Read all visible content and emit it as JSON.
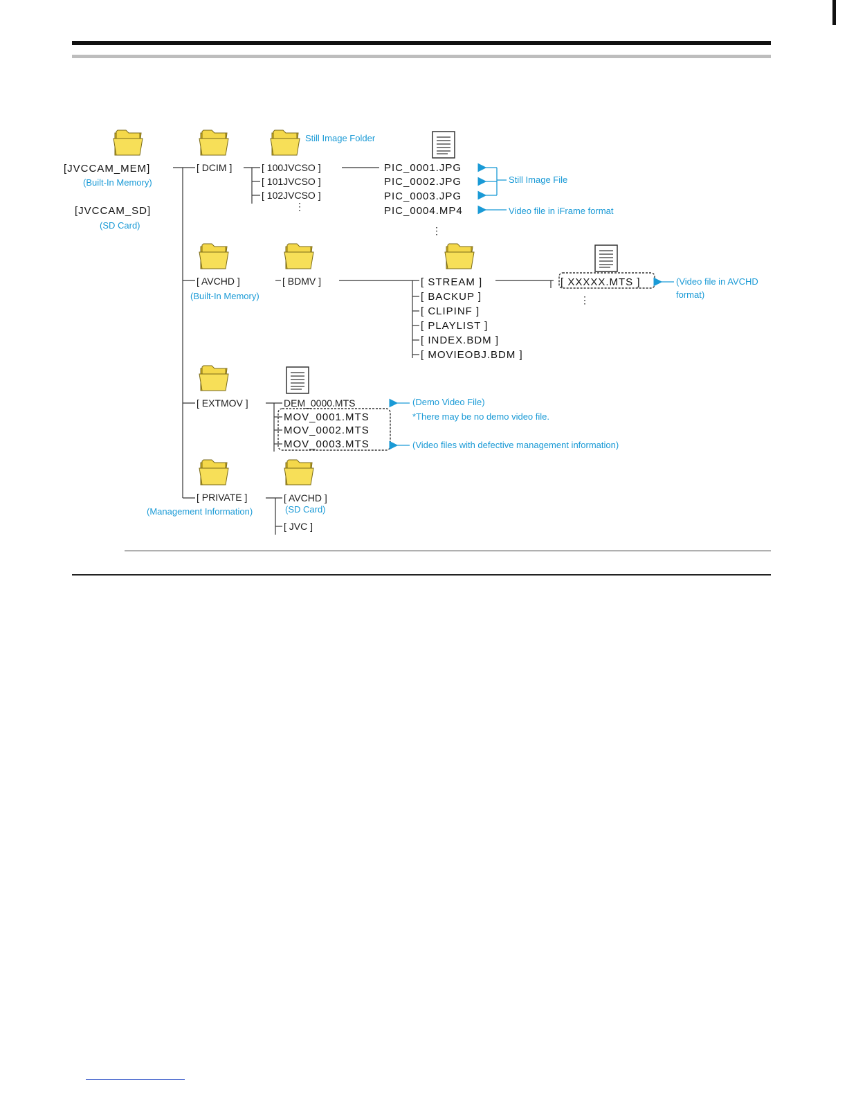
{
  "colors": {
    "annotation": "#1a9ad6",
    "folder": "#f2d22e",
    "folder_stroke": "#8a7a20"
  },
  "icons": {
    "folder": "folder-icon",
    "file": "file-icon"
  },
  "root": {
    "mem": "[JVCCAM_MEM]",
    "mem_note": "(Built-In Memory)",
    "sd": "[JVCCAM_SD]",
    "sd_note": "(SD Card)"
  },
  "dcim": {
    "label": "[ DCIM ]",
    "folder_note": "Still Image Folder",
    "subfolders": [
      "[ 100JVCSO ]",
      "[ 101JVCSO ]",
      "[ 102JVCSO ]"
    ],
    "files": [
      "PIC_0001.JPG",
      "PIC_0002.JPG",
      "PIC_0003.JPG",
      "PIC_0004.MP4"
    ],
    "still_file_note": "Still Image File",
    "iframe_note": "Video file in iFrame format"
  },
  "avchd": {
    "label": "[ AVCHD ]",
    "note": "(Built-In Memory)",
    "bdmv": "[ BDMV ]",
    "children": [
      "[ STREAM ]",
      "[ BACKUP ]",
      "[ CLIPINF ]",
      "[ PLAYLIST ]",
      "[ INDEX.BDM ]",
      "[ MOVIEOBJ.BDM ]"
    ],
    "stream_file": "[ XXXXX.MTS ]",
    "stream_note_line1": "(Video file in AVCHD",
    "stream_note_line2": "format)"
  },
  "extmov": {
    "label": "[ EXTMOV ]",
    "demo_file": "DEM_0000.MTS",
    "demo_note": "(Demo Video File)",
    "demo_note2": "*There may be no demo video file.",
    "files": [
      "MOV_0001.MTS",
      "MOV_0002.MTS",
      "MOV_0003.MTS"
    ],
    "defective_note": "(Video files with defective management information)"
  },
  "private": {
    "label": "[ PRIVATE ]",
    "note": "(Management Information)",
    "children": [
      "[ AVCHD ]",
      "[ JVC ]"
    ],
    "avchd_note": "(SD Card)"
  },
  "ellipsis": "⋮"
}
